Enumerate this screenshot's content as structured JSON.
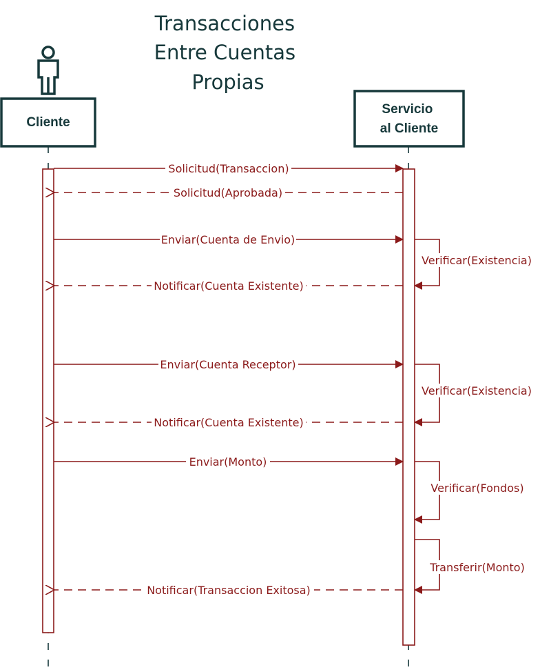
{
  "diagram": {
    "title_lines": [
      "Transacciones",
      "Entre Cuentas",
      "Propias"
    ],
    "actors": [
      {
        "id": "cliente",
        "label_lines": [
          "Cliente"
        ],
        "icon": "person-icon"
      },
      {
        "id": "servicio",
        "label_lines": [
          "Servicio",
          "al Cliente"
        ]
      }
    ],
    "messages": [
      {
        "label": "Solicitud(Transaccion)",
        "from": "cliente",
        "to": "servicio",
        "style": "solid"
      },
      {
        "label": "Solicitud(Aprobada)",
        "from": "servicio",
        "to": "cliente",
        "style": "dashed"
      },
      {
        "label": "Enviar(Cuenta de Envio)",
        "from": "cliente",
        "to": "servicio",
        "style": "solid"
      },
      {
        "label": "Verificar(Existencia)",
        "from": "servicio",
        "to": "servicio",
        "style": "self"
      },
      {
        "label": "Notificar(Cuenta Existente)",
        "from": "servicio",
        "to": "cliente",
        "style": "dashed"
      },
      {
        "label": "Enviar(Cuenta Receptor)",
        "from": "cliente",
        "to": "servicio",
        "style": "solid"
      },
      {
        "label": "Verificar(Existencia)",
        "from": "servicio",
        "to": "servicio",
        "style": "self"
      },
      {
        "label": "Notificar(Cuenta Existente)",
        "from": "servicio",
        "to": "cliente",
        "style": "dashed"
      },
      {
        "label": "Enviar(Monto)",
        "from": "cliente",
        "to": "servicio",
        "style": "solid"
      },
      {
        "label": "Verificar(Fondos)",
        "from": "servicio",
        "to": "servicio",
        "style": "self"
      },
      {
        "label": "Transferir(Monto)",
        "from": "servicio",
        "to": "servicio",
        "style": "self"
      },
      {
        "label": "Notificar(Transaccion Exitosa)",
        "from": "servicio",
        "to": "cliente",
        "style": "dashed"
      }
    ],
    "colors": {
      "actor_border": "#17393b",
      "message": "#8b1a1a",
      "activation": "#8b1a1a",
      "title": "#17393b"
    }
  }
}
